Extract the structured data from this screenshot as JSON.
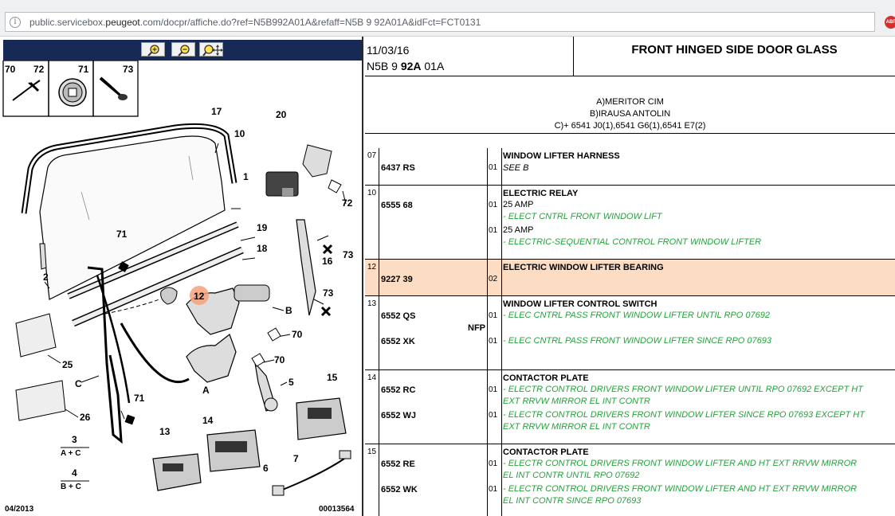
{
  "browser": {
    "url_prefix": "public.servicebox.",
    "url_domain": "peugeot",
    "url_suffix": ".com/docpr/affiche.do?ref=N5B992A01A&refaff=N5B 9 92A01A&idFct=FCT0131",
    "info_icon": "i",
    "extension_badge": "ABP",
    "extension_color": "#d62d2d"
  },
  "diagram": {
    "labels": {
      "p70": "70",
      "p72": "72",
      "p71": "71",
      "p73": "73",
      "l17": "17",
      "l20": "20",
      "l10": "10",
      "l1": "1",
      "l72": "72",
      "l19": "19",
      "l71": "71",
      "l18": "18",
      "l73a": "73",
      "l2": "2",
      "l16": "16",
      "l12": "12",
      "l73b": "73",
      "lB": "B",
      "l70a": "70",
      "l25": "25",
      "l70b": "70",
      "lC": "C",
      "l5": "5",
      "lA": "A",
      "l15": "15",
      "l26": "26",
      "l71b": "71",
      "l3": "3",
      "l3f": "A + C",
      "l14": "14",
      "l4": "4",
      "l4f": "B + C",
      "l13": "13",
      "l7": "7",
      "l6": "6"
    },
    "date": "04/2013",
    "figure_number": "00013564",
    "tools": [
      "zoom-in",
      "zoom-out",
      "zoom-pan"
    ]
  },
  "header": {
    "date": "11/03/16",
    "ref_prefix": "N5B 9 ",
    "ref_bold": "92A",
    "ref_suffix": " 01A",
    "title": "FRONT HINGED SIDE DOOR GLASS"
  },
  "suppliers": [
    "A)MERITOR CIM",
    "B)IRAUSA ANTOLIN",
    "C)+ 6541 J0(1),6541 G6(1),6541 E7(2)"
  ],
  "rows": [
    {
      "item": "07",
      "title": "WINDOW LIFTER HARNESS",
      "refs": [
        "6437 RS"
      ],
      "qtys": [
        "01"
      ],
      "lines": [
        "SEE B"
      ]
    },
    {
      "item": "10",
      "title": "ELECTRIC RELAY",
      "refs": [
        "6555 68"
      ],
      "qtys": [
        "01",
        "01"
      ],
      "lines": [
        "25 AMP",
        "- ELECT CNTRL FRONT WINDOW LIFT",
        "25 AMP",
        "- ELECTRIC-SEQUENTIAL CONTROL FRONT WINDOW LIFTER"
      ]
    },
    {
      "item": "12",
      "title": "ELECTRIC WINDOW LIFTER BEARING",
      "refs": [
        "9227 39"
      ],
      "qtys": [
        "02"
      ],
      "lines": []
    },
    {
      "item": "13",
      "title": "WINDOW LIFTER CONTROL SWITCH",
      "refs": [
        "6552 QS",
        "6552 XK"
      ],
      "nfp": "NFP",
      "qtys": [
        "01",
        "01"
      ],
      "lines": [
        "- ELEC CNTRL PASS FRONT WINDOW LIFTER UNTIL RPO 07692",
        "- ELEC CNTRL PASS FRONT WINDOW LIFTER SINCE RPO 07693"
      ]
    },
    {
      "item": "14",
      "title": "CONTACTOR PLATE",
      "refs": [
        "6552 RC",
        "6552 WJ"
      ],
      "qtys": [
        "01",
        "01"
      ],
      "lines": [
        "- ELECTR CONTROL DRIVERS FRONT WINDOW LIFTER UNTIL RPO 07692 EXCEPT HT",
        "EXT RRVW MIRROR EL INT CONTR",
        "- ELECTR CONTROL DRIVERS FRONT WINDOW LIFTER SINCE RPO 07693 EXCEPT HT",
        "EXT RRVW MIRROR EL INT CONTR"
      ]
    },
    {
      "item": "15",
      "title": "CONTACTOR PLATE",
      "refs": [
        "6552 RE",
        "6552 WK"
      ],
      "qtys": [
        "01",
        "01"
      ],
      "lines": [
        "- ELECTR CONTROL DRIVERS FRONT WINDOW LIFTER AND HT EXT RRVW MIRROR",
        "EL INT CONTR UNTIL RPO 07692",
        "- ELECTR CONTROL DRIVERS FRONT WINDOW LIFTER AND HT EXT RRVW MIRROR",
        "EL INT CONTR SINCE RPO 07693"
      ]
    }
  ],
  "colors": {
    "toolbar": "#162a55",
    "highlight_row": "#fcdcc2",
    "description_green": "#22a33a",
    "callout_circle": "#f4a27a"
  }
}
